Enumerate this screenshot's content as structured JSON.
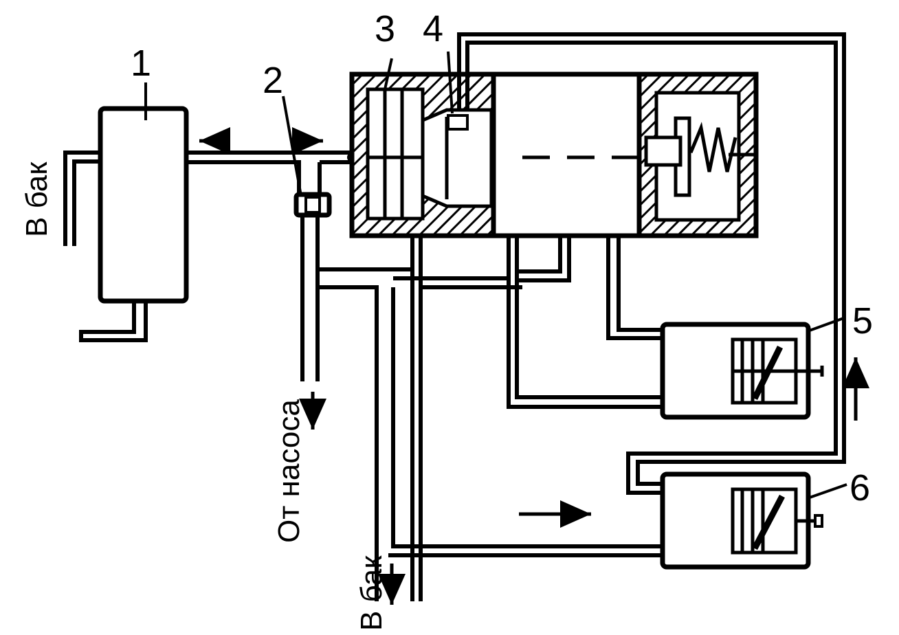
{
  "labels": {
    "part1": "1",
    "part2": "2",
    "part3": "3",
    "part4": "4",
    "part5": "5",
    "part6": "6",
    "to_tank_left": "В бак",
    "to_tank_bottom": "В бак",
    "from_pump": "От насоса"
  },
  "colors": {
    "ink": "#000000",
    "paper": "#ffffff"
  }
}
